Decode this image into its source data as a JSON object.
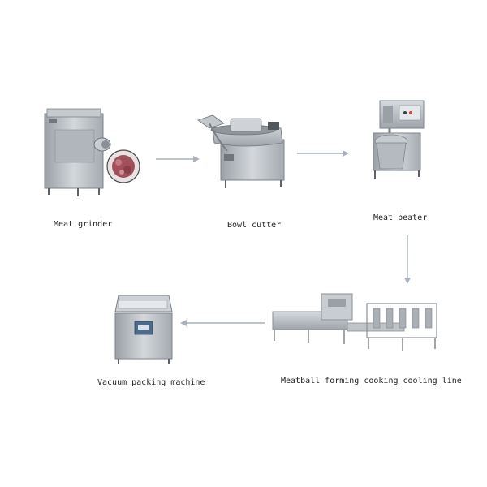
{
  "diagram": {
    "steps": [
      {
        "id": "meat-grinder",
        "label": "Meat grinder"
      },
      {
        "id": "bowl-cutter",
        "label": "Bowl cutter"
      },
      {
        "id": "meat-beater",
        "label": "Meat beater"
      },
      {
        "id": "meatball-line",
        "label": "Meatball forming cooking cooling line"
      },
      {
        "id": "vacuum-packer",
        "label": "Vacuum packing machine"
      }
    ],
    "flow": [
      [
        "meat-grinder",
        "bowl-cutter"
      ],
      [
        "bowl-cutter",
        "meat-beater"
      ],
      [
        "meat-beater",
        "meatball-line"
      ],
      [
        "meatball-line",
        "vacuum-packer"
      ]
    ]
  },
  "colors": {
    "background": "#ffffff",
    "steel": "#b9bec3",
    "steel_dark": "#8c9298",
    "arrow": "#a9b2bc",
    "text": "#222222",
    "meat": "#a0505a"
  }
}
